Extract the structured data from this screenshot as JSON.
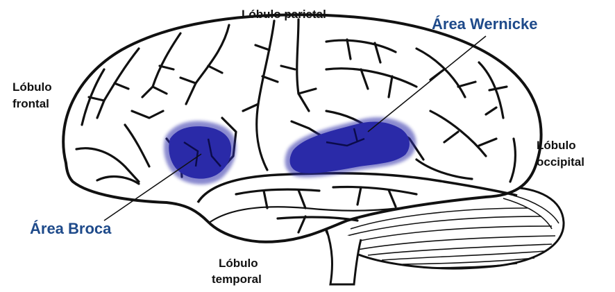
{
  "diagram": {
    "labels": {
      "parietal": "Lóbulo parietal",
      "wernicke": "Área Wernicke",
      "frontal_1": "Lóbulo",
      "frontal_2": "frontal",
      "occipital_1": "Lóbulo",
      "occipital_2": "occipital",
      "broca": "Área Broca",
      "temporal_1": "Lóbulo",
      "temporal_2": "temporal"
    },
    "colors": {
      "highlight_area": "#2a2aa8",
      "highlight_label": "#1e4a8a",
      "outline": "#111111",
      "background": "#ffffff"
    }
  }
}
